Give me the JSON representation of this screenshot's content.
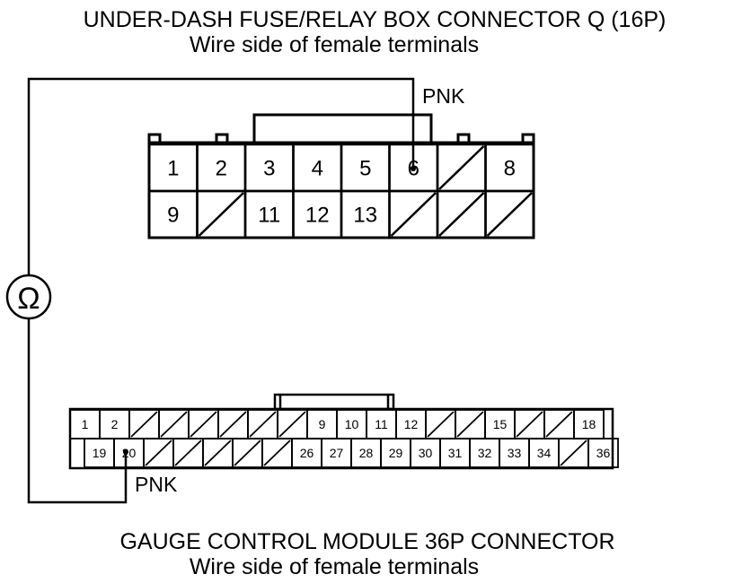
{
  "top_connector": {
    "title": "UNDER-DASH FUSE/RELAY BOX CONNECTOR Q (16P)",
    "subtitle": "Wire side of female terminals",
    "wire_color": "PNK",
    "row1": [
      "1",
      "2",
      "3",
      "4",
      "5",
      "6",
      "",
      "8"
    ],
    "row2": [
      "9",
      "",
      "11",
      "12",
      "13",
      "",
      "",
      ""
    ]
  },
  "bottom_connector": {
    "title": "GAUGE CONTROL MODULE 36P CONNECTOR",
    "subtitle": "Wire side of female terminals",
    "wire_color": "PNK",
    "row1": [
      "1",
      "2",
      "",
      "",
      "",
      "",
      "",
      "",
      "9",
      "10",
      "11",
      "12",
      "",
      "",
      "15",
      "",
      "",
      "18"
    ],
    "row2": [
      "19",
      "20",
      "",
      "",
      "",
      "",
      "",
      "26",
      "27",
      "28",
      "29",
      "30",
      "31",
      "32",
      "33",
      "34",
      "",
      "36"
    ]
  },
  "meter": {
    "symbol": "Ω",
    "icon": "ohmmeter-icon"
  },
  "colors": {
    "line": "#000000",
    "background": "#ffffff"
  }
}
